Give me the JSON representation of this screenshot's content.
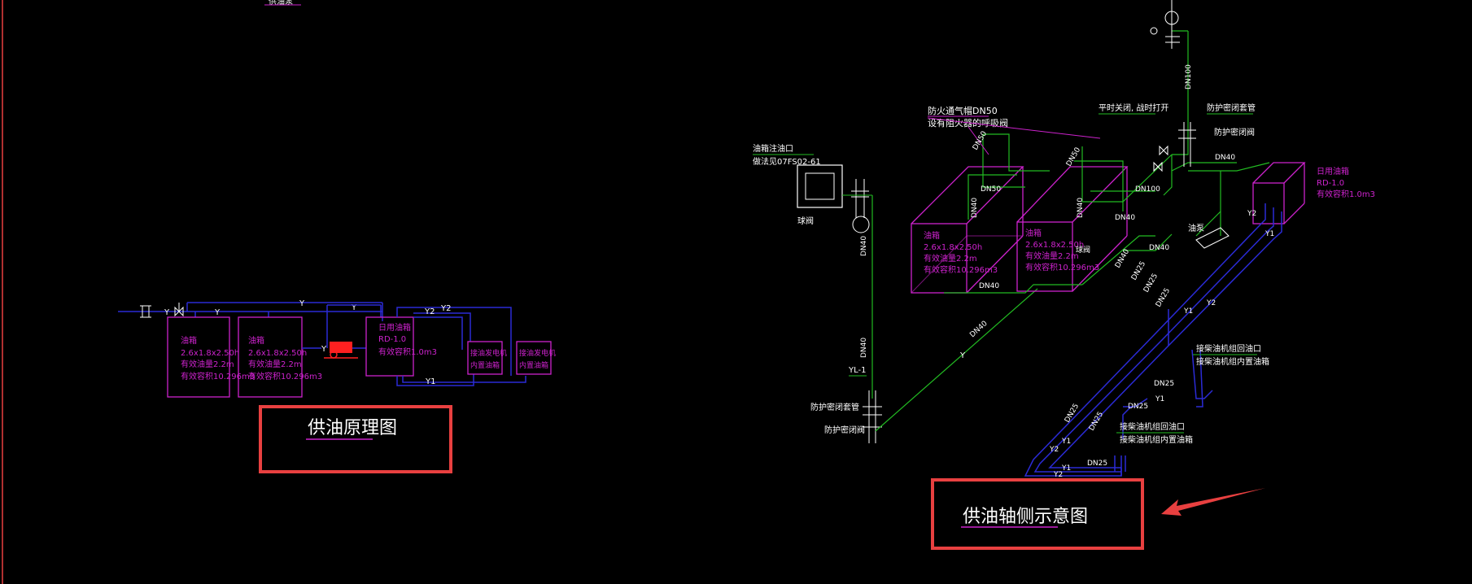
{
  "schematic": {
    "title": "供油原理图",
    "pipe_y": "Y",
    "pipe_y1": "Y1",
    "pipe_y2": "Y2",
    "tank1": {
      "name": "油箱",
      "size": "2.6x1.8x2.50h",
      "line2": "有效油量2.2m",
      "line3": "有效容积10.296m3"
    },
    "tank2": {
      "name": "油箱",
      "size": "2.6x1.8x2.50h",
      "line2": "有效油量2.2m",
      "line3": "有效容积10.296m3"
    },
    "day_tank": {
      "name": "日用油箱",
      "model": "RD-1.0",
      "volume": "有效容积1.0m3"
    },
    "gen1": {
      "line1": "接油发电机",
      "line2": "内置油箱"
    },
    "gen2": {
      "line1": "接油发电机",
      "line2": "内置油箱"
    },
    "top_cut_label": "供油泵"
  },
  "axonometric": {
    "title": "供油轴侧示意图",
    "labels": {
      "vent": "防火通气帽DN50",
      "vent2": "设有阻火器的呼吸阀",
      "valve_note": "平时关闭, 战时打开",
      "protect_pipe_top": "防护密闭套管",
      "protect_valve_top": "防护密闭阀",
      "fill_port": "油箱注油口",
      "fill_std": "做法见07FS02-61",
      "ball_valve": "球阀",
      "tank_a_name": "油箱",
      "tank_a_size": "2.6x1.8x2.50h",
      "tank_a_oil": "有效油量2.2m",
      "tank_a_vol": "有效容积10.296m3",
      "tank_b_name": "油箱",
      "tank_b_size": "2.6x1.8x2.50h",
      "tank_b_oil": "有效油量2.2m",
      "tank_b_vol": "有效容积10.296m3",
      "tank_b_valve": "球阀",
      "day_name": "日用油箱",
      "day_model": "RD-1.0",
      "day_vol": "有效容积1.0m3",
      "pump": "油泵",
      "return_port": "接柴油机组回油口",
      "return_tank": "接柴油机组内置油箱",
      "return_port2": "接柴油机组回油口",
      "return_tank2": "接柴油机组内置油箱",
      "protect_pipe_bot": "防护密闭套管",
      "protect_valve_bot": "防护密闭阀",
      "yl": "YL-1"
    },
    "dn": {
      "dn100_top": "DN100",
      "dn50_a": "DN50",
      "dn50_b": "DN50",
      "dn50_c": "DN50",
      "dn40_a": "DN40",
      "dn40_b": "DN40",
      "dn40_c": "DN40",
      "dn40_d": "DN40",
      "dn40_e": "DN40",
      "dn40_f": "DN40",
      "dn40_g": "DN40",
      "dn40_h": "DN40",
      "dn40_i": "DN40",
      "dn40_j": "DN40",
      "dn100_mid": "DN100",
      "dn25_a": "DN25",
      "dn25_b": "DN25",
      "dn25_c": "DN25",
      "dn25_d": "DN25",
      "dn25_e": "DN25",
      "dn25_f": "DN25",
      "dn25_g": "DN25",
      "dn25_h": "DN25"
    }
  },
  "colors": {
    "pipe_blue": "#2b2bd6",
    "tank_magenta": "#cc22cc",
    "line_green": "#22bb22",
    "text_white": "#ffffff",
    "pump_red": "#ff2020",
    "highlight_red": "#e84040"
  }
}
